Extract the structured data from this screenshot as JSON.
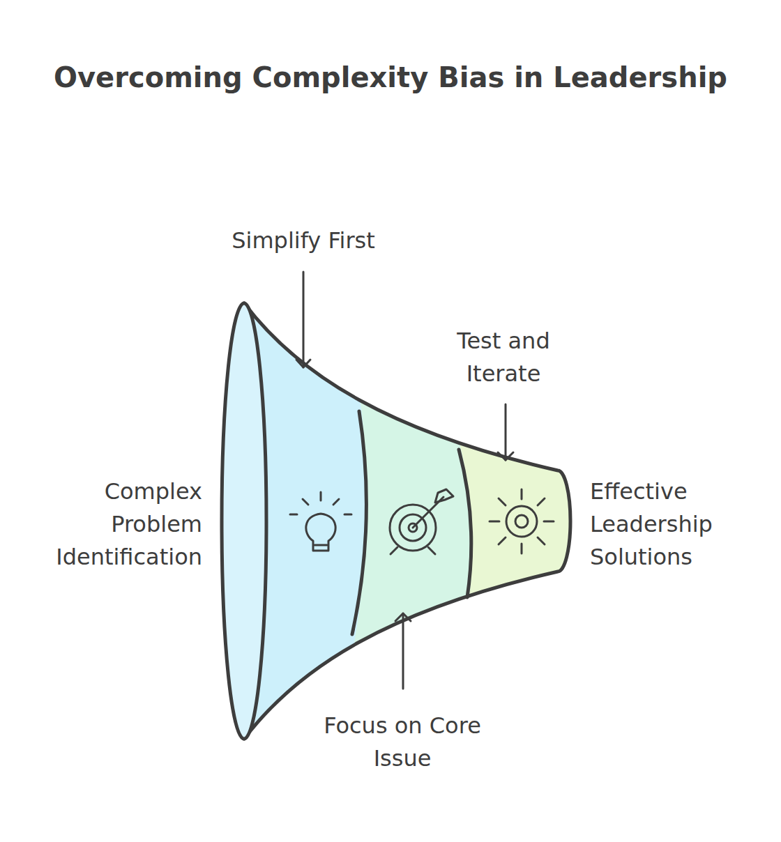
{
  "diagram": {
    "title": "Overcoming Complexity Bias in Leadership",
    "labels": [
      "Simplify First",
      "Test and Iterate",
      "Complex Problem Identification",
      "Focus on Core Issue",
      "Effective Leadership Solutions"
    ]
  }
}
